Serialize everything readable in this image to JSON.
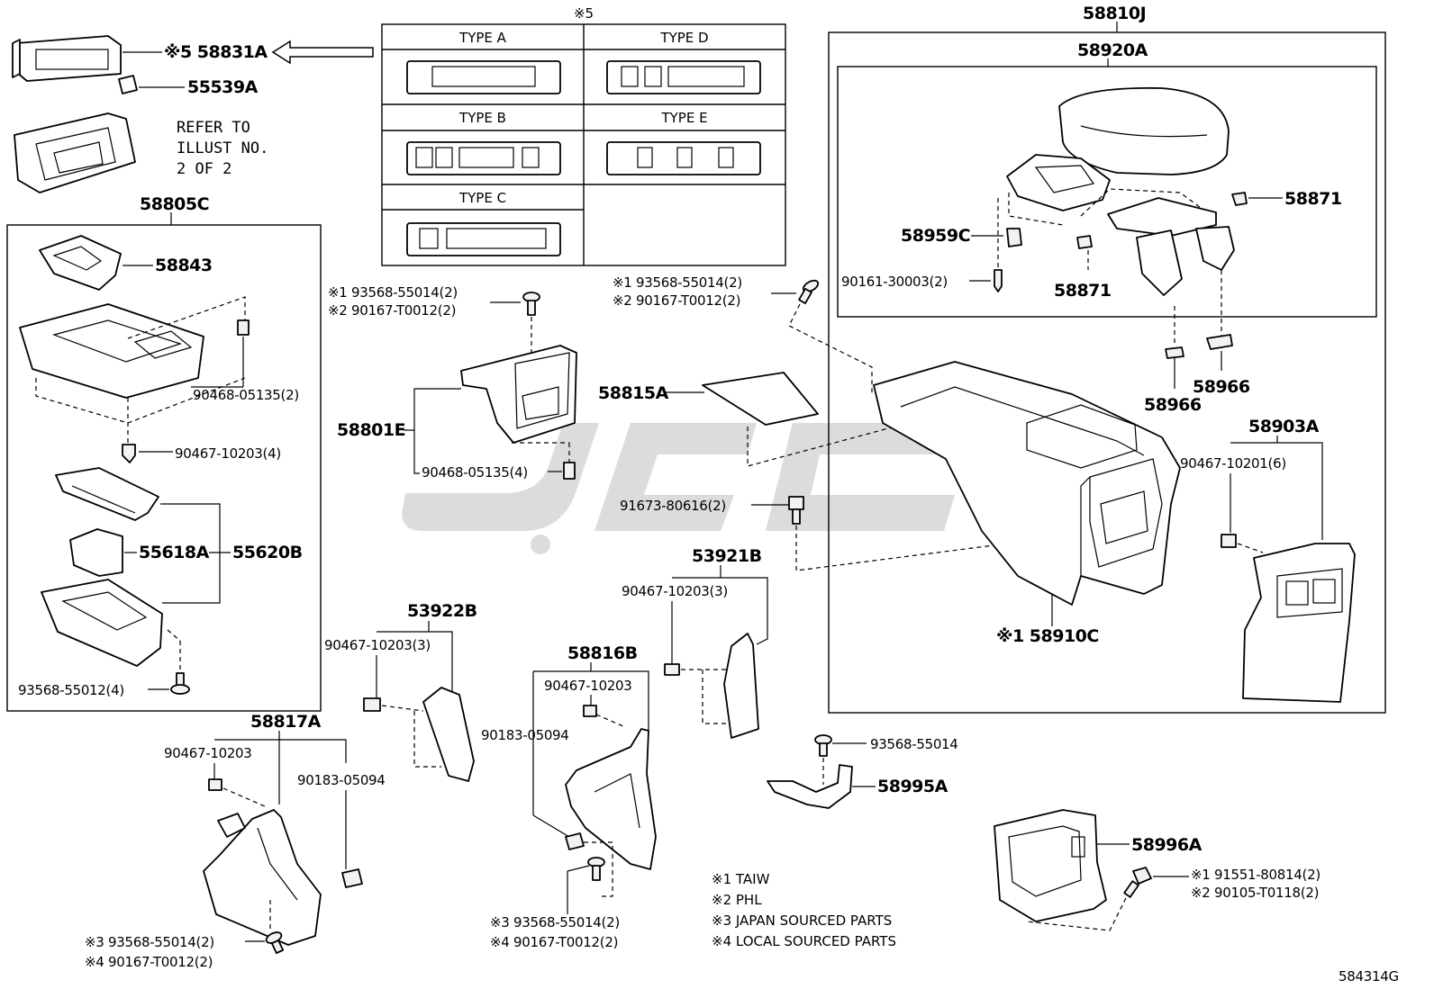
{
  "legend_mark": "※",
  "table": {
    "title": "※5",
    "types": [
      "TYPE A",
      "TYPE D",
      "TYPE B",
      "TYPE E",
      "TYPE C"
    ]
  },
  "refer": [
    "REFER TO",
    "ILLUST NO.",
    "2 OF 2"
  ],
  "labels": {
    "p58831A": "※5 58831A",
    "p55539A": "55539A",
    "p58805C": "58805C",
    "p58843": "58843",
    "p90468_05135_2": "90468-05135(2)",
    "p90467_10203_4": "90467-10203(4)",
    "p55618A": "55618A",
    "p55620B": "55620B",
    "p93568_55012_4": "93568-55012(4)",
    "p58801E_s1": "※1 93568-55014(2)",
    "p58801E_s2": "※2 90167-T0012(2)",
    "p58801E": "58801E",
    "p90468_05135_4": "90468-05135(4)",
    "p58815A_s1": "※1 93568-55014(2)",
    "p58815A_s2": "※2 90167-T0012(2)",
    "p58815A": "58815A",
    "p91673": "91673-80616(2)",
    "p58810J": "58810J",
    "p58920A": "58920A",
    "p58959C": "58959C",
    "p58871a": "58871",
    "p58871b": "58871",
    "p90161": "90161-30003(2)",
    "p58966a": "58966",
    "p58966b": "58966",
    "p58903A": "58903A",
    "p90467_10201_6": "90467-10201(6)",
    "p58910C": "※1 58910C",
    "p53921B": "53921B",
    "p90467_10203_3b": "90467-10203(3)",
    "p53922B": "53922B",
    "p90467_10203_3a": "90467-10203(3)",
    "p58817A": "58817A",
    "p90467_10203_a": "90467-10203",
    "p90183_05094_a": "90183-05094",
    "p58817A_s3": "※3 93568-55014(2)",
    "p58817A_s4": "※4 90167-T0012(2)",
    "p58816B": "58816B",
    "p90467_10203_b": "90467-10203",
    "p90183_05094_b": "90183-05094",
    "p58816B_s3": "※3 93568-55014(2)",
    "p58816B_s4": "※4 90167-T0012(2)",
    "p93568_55014": "93568-55014",
    "p58995A": "58995A",
    "p58996A": "58996A",
    "p58996A_s1": "※1 91551-80814(2)",
    "p58996A_s2": "※2 90105-T0118(2)"
  },
  "notes": [
    "※1 TAIW",
    "※2 PHL",
    "※3 JAPAN SOURCED PARTS",
    "※4 LOCAL SOURCED PARTS"
  ],
  "illust_no": "584314G"
}
